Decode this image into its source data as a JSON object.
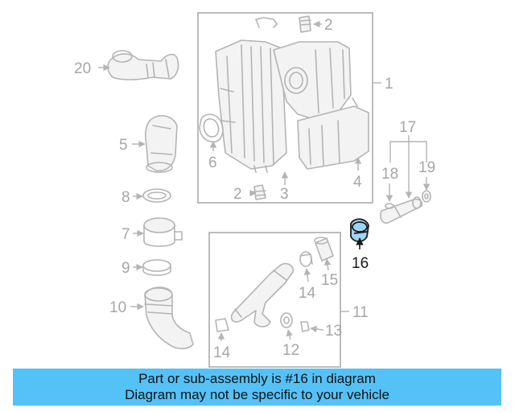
{
  "callouts": {
    "c1": "1",
    "c2a": "2",
    "c2b": "2",
    "c3": "3",
    "c4": "4",
    "c5": "5",
    "c6": "6",
    "c7": "7",
    "c8": "8",
    "c9": "9",
    "c10": "10",
    "c11": "11",
    "c12": "12",
    "c13": "13",
    "c14a": "14",
    "c14b": "14",
    "c15": "15",
    "c16": "16",
    "c17": "17",
    "c18": "18",
    "c19": "19",
    "c20": "20"
  },
  "highlight": {
    "part": "16",
    "color": "#9fd3f5"
  },
  "banner": {
    "line1": "Part or sub-assembly is #16 in diagram",
    "line2": "Diagram may not be specific to your vehicle",
    "color": "#55c2f7"
  }
}
